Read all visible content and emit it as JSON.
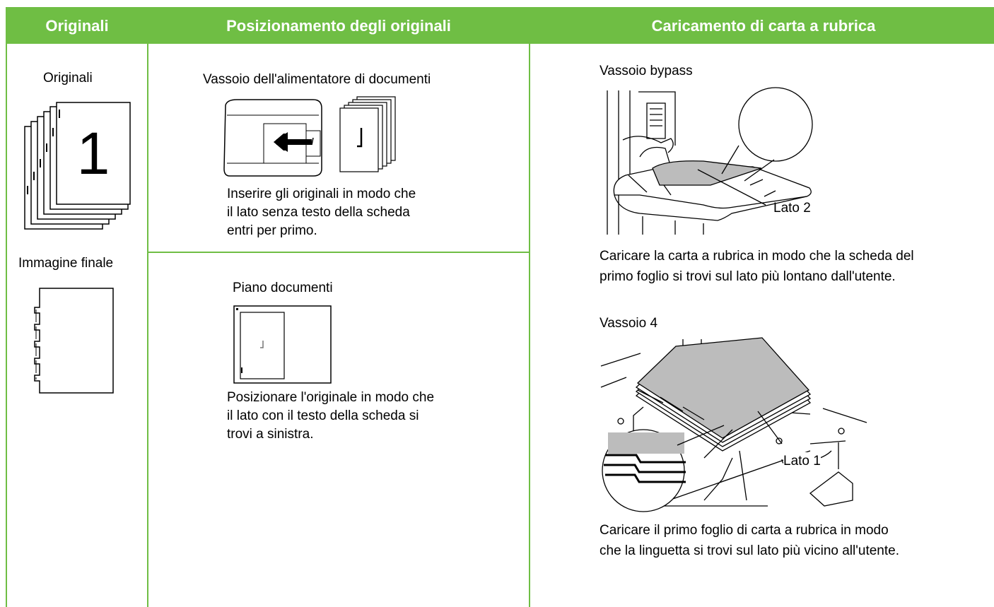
{
  "headers": {
    "originals": "Originali",
    "placement": "Posizionamento degli originali",
    "loading": "Caricamento di carta a rubrica"
  },
  "originals_col": {
    "originals_label": "Originali",
    "stack_number": "1",
    "final_image_label": "Immagine finale"
  },
  "placement_col": {
    "feeder_title": "Vassoio dell'alimentatore di documenti",
    "feeder_instructions": [
      "Inserire gli originali in modo che",
      "il lato senza testo della scheda",
      "entri per primo."
    ],
    "glass_title": "Piano documenti",
    "glass_instructions": [
      "Posizionare l'originale in modo che",
      "il lato con il testo della scheda si",
      "trovi a sinistra."
    ]
  },
  "loading_col": {
    "bypass_title": "Vassoio bypass",
    "bypass_side_label": "Lato 2",
    "bypass_instructions": [
      "Caricare la carta a rubrica in modo che la scheda del",
      "primo foglio si trovi sul lato più lontano dall'utente."
    ],
    "tray4_title": "Vassoio 4",
    "tray4_side_label": "Lato 1",
    "tray4_instructions": [
      "Caricare il primo foglio di carta a rubrica in modo",
      "che la linguetta si trovi sul lato più vicino all'utente."
    ]
  },
  "colors": {
    "accent": "#6fbe44",
    "paper_gray": "#bcbcbc"
  }
}
